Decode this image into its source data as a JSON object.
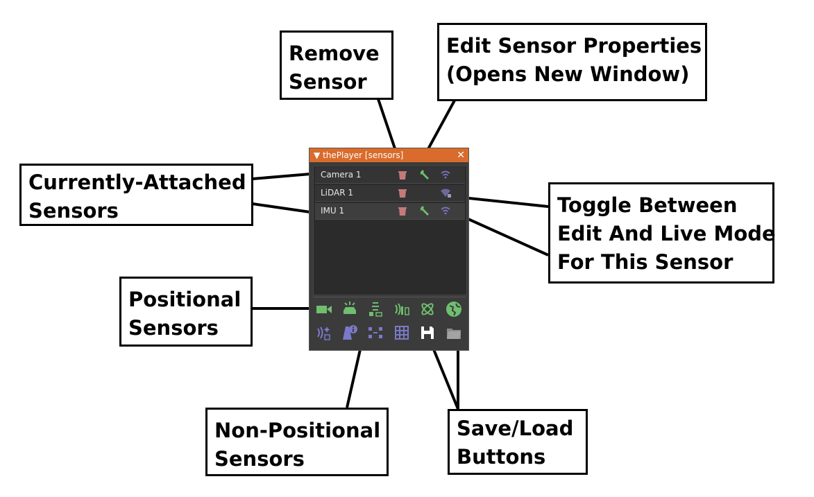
{
  "annotations": {
    "remove": "Remove\nSensor",
    "edit": "Edit Sensor Properties\n(Opens New Window)",
    "attached": "Currently-Attached\nSensors",
    "toggle": "Toggle Between\nEdit And Live Mode\nFor This Sensor",
    "positional": "Positional\nSensors",
    "nonpositional": "Non-Positional\nSensors",
    "saveload": "Save/Load\nButtons"
  },
  "window": {
    "title": "thePlayer [sensors]",
    "close": "✕",
    "collapse": "▼"
  },
  "sensors": [
    {
      "name": "Camera 1",
      "mode": "live",
      "editable": true
    },
    {
      "name": "LiDAR 1",
      "mode": "edit-locked",
      "editable": false
    },
    {
      "name": "IMU 1",
      "mode": "live",
      "editable": true
    }
  ],
  "colors": {
    "titlebar": "#d96c2c",
    "positional": "#6fbf6f",
    "nonpositional": "#7b79c9",
    "remove": "#c47a7a"
  }
}
